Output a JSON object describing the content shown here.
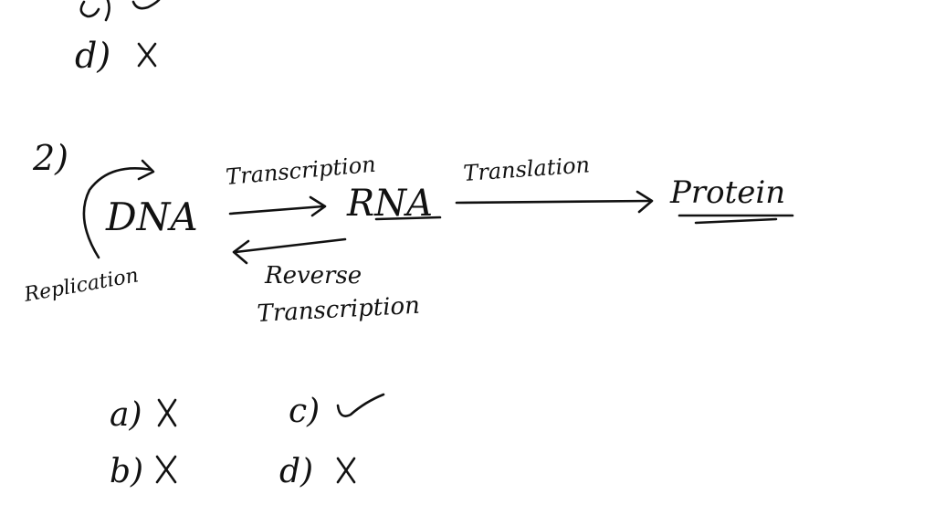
{
  "colors": {
    "ink": "#111111",
    "background": "#ffffff"
  },
  "previous_question": {
    "option_d_label": "d)",
    "option_d_mark": "x-mark-icon"
  },
  "question_2": {
    "number": "2)",
    "diagram": {
      "nodes": {
        "dna": "DNA",
        "rna": "RNA",
        "protein": "Protein"
      },
      "arrows": {
        "transcription": "Transcription",
        "translation": "Translation",
        "reverse_line1": "Reverse",
        "reverse_line2": "Transcription",
        "replication": "Replication"
      }
    },
    "answers": [
      {
        "label": "a)",
        "mark": "x-mark-icon"
      },
      {
        "label": "b)",
        "mark": "x-mark-icon"
      },
      {
        "label": "c)",
        "mark": "check-mark-icon"
      },
      {
        "label": "d)",
        "mark": "x-mark-icon"
      }
    ]
  }
}
